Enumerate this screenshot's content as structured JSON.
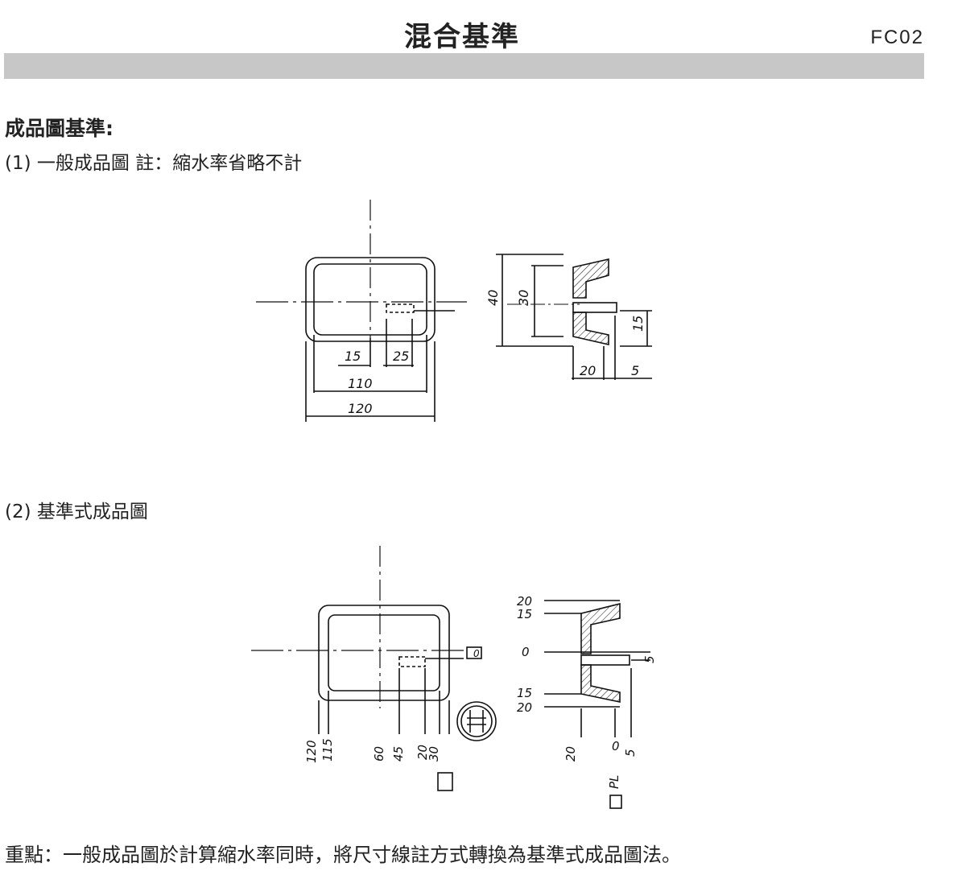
{
  "header": {
    "title": "混合基準",
    "code": "FC02"
  },
  "section": {
    "heading": "成品圖基準:",
    "item1": "(1) 一般成品圖 註：縮水率省略不計",
    "item2": "(2) 基準式成品圖"
  },
  "drawing1": {
    "dims": {
      "d15": "15",
      "d25": "25",
      "d110": "110",
      "d120": "120",
      "d40": "40",
      "d30": "30",
      "dr15": "15",
      "d20": "20",
      "d5": "5"
    }
  },
  "drawing2": {
    "bottom": {
      "b120": "120",
      "b115": "115",
      "b60": "60",
      "b45": "45",
      "b20": "20",
      "b30": "30",
      "b0": "0"
    },
    "side": {
      "s20t": "20",
      "s15t": "15",
      "s0": "0",
      "s15b": "15",
      "s20b": "20",
      "s20x": "20",
      "s0x": "0",
      "s5x": "5",
      "s5r": "5",
      "pl": "PL"
    }
  },
  "note": "重點：一般成品圖於計算縮水率同時，將尺寸線註方式轉換為基準式成品圖法。"
}
